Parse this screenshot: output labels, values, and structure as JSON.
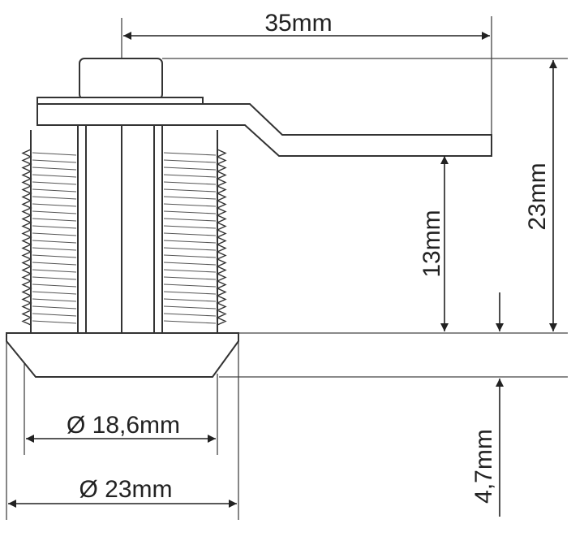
{
  "diagram": {
    "dimensions": {
      "cam_length": "35mm",
      "total_height": "23mm",
      "cam_height": "13mm",
      "flange_thickness": "4,7mm",
      "thread_diameter": "Ø 18,6mm",
      "flange_diameter": "Ø 23mm"
    }
  }
}
